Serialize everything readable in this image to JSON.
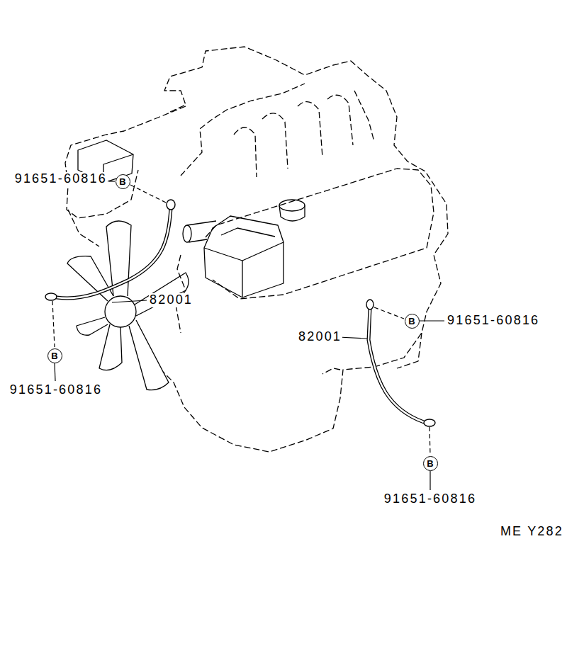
{
  "diagram": {
    "nodes": [
      {
        "text": [
          "B"
        ]
      },
      {
        "text": [
          "B"
        ]
      },
      {
        "text": [
          "B"
        ]
      },
      {
        "text": [
          "B"
        ]
      }
    ],
    "labels": [
      "91651-60816",
      "82001",
      "91651-60816",
      "91651-60816",
      "82001",
      "91651-60816",
      "ME Y282"
    ]
  }
}
